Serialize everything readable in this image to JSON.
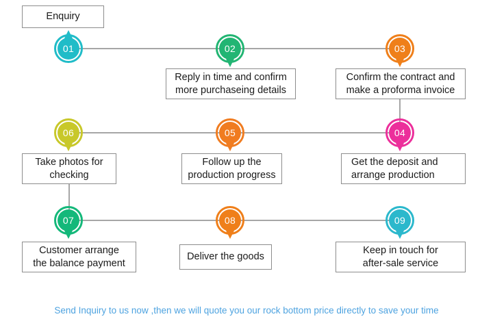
{
  "diagram": {
    "title_box": {
      "label": "Enquiry"
    },
    "steps": [
      {
        "number": "01",
        "color": "#20bcc8",
        "label": "Enquiry",
        "tail": "up"
      },
      {
        "number": "02",
        "color": "#22b573",
        "label": "Reply in time and confirm more purchaseing details",
        "line1": "Reply in time and confirm",
        "line2": "more purchaseing details",
        "tail": "down"
      },
      {
        "number": "03",
        "color": "#ef7f1a",
        "label": "Confirm the contract and make a proforma invoice",
        "line1": "Confirm the contract and",
        "line2": "make a proforma invoice",
        "tail": "down"
      },
      {
        "number": "04",
        "color": "#ec2f9b",
        "label": "Get the deposit and arrange production",
        "line1": "Get the deposit and",
        "line2": "arrange production",
        "tail": "down"
      },
      {
        "number": "05",
        "color": "#f07c20",
        "label": "Follow up the production progress",
        "line1": "Follow up the",
        "line2": "production progress",
        "tail": "down"
      },
      {
        "number": "06",
        "color": "#c8c82a",
        "label": "Take photos for checking",
        "line1": "Take photos for",
        "line2": "checking",
        "tail": "down"
      },
      {
        "number": "07",
        "color": "#14b87a",
        "label": "Customer arrange the balance payment",
        "line1": "Customer arrange",
        "line2": "the balance payment",
        "tail": "down"
      },
      {
        "number": "08",
        "color": "#ef7f1a",
        "label": "Deliver the goods",
        "line1": "Deliver the goods",
        "line2": "",
        "tail": "down"
      },
      {
        "number": "09",
        "color": "#2bb8cc",
        "label": "Keep in touch for after-sale service",
        "line1": "Keep in touch for",
        "line2": "after-sale service",
        "tail": "down"
      }
    ],
    "caption": "Send Inquiry to us now ,then we will quote you our rock bottom price directly to save your time",
    "colors": {
      "connector": "#a6a6a6",
      "box_border": "#8c8c8c",
      "box_text": "#1a1a1a",
      "caption_text": "#4ea3e0",
      "background": "#ffffff"
    }
  }
}
